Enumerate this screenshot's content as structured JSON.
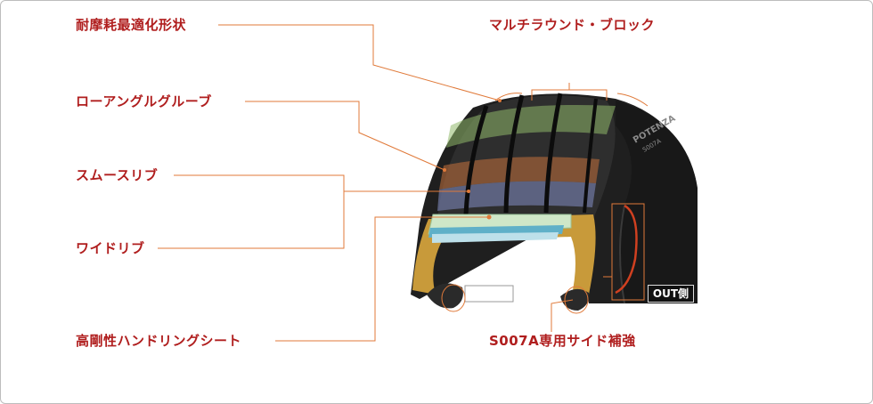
{
  "labels": {
    "wear_resistant_shape": "耐摩耗最適化形状",
    "low_angle_groove": "ローアングルグルーブ",
    "smooth_rib": "スムースリブ",
    "wide_rib": "ワイドリブ",
    "handling_sheet": "高剛性ハンドリングシート",
    "multi_round_block": "マルチラウンド・ブロック",
    "side_reinforcement": "S007A専用サイド補強"
  },
  "tire": {
    "brand_text": "POTENZA",
    "model_text": "S007A",
    "out_side_badge": "OUT側"
  },
  "colors": {
    "label_red": "#b01e1e",
    "leader_orange": "#e07a3a",
    "layer_green": "#8fb86a",
    "layer_brown": "#b86a3a",
    "layer_blue": "#7b86b8",
    "belt_cyan": "#5fb0c8",
    "carcass_gold": "#c89a3a"
  }
}
